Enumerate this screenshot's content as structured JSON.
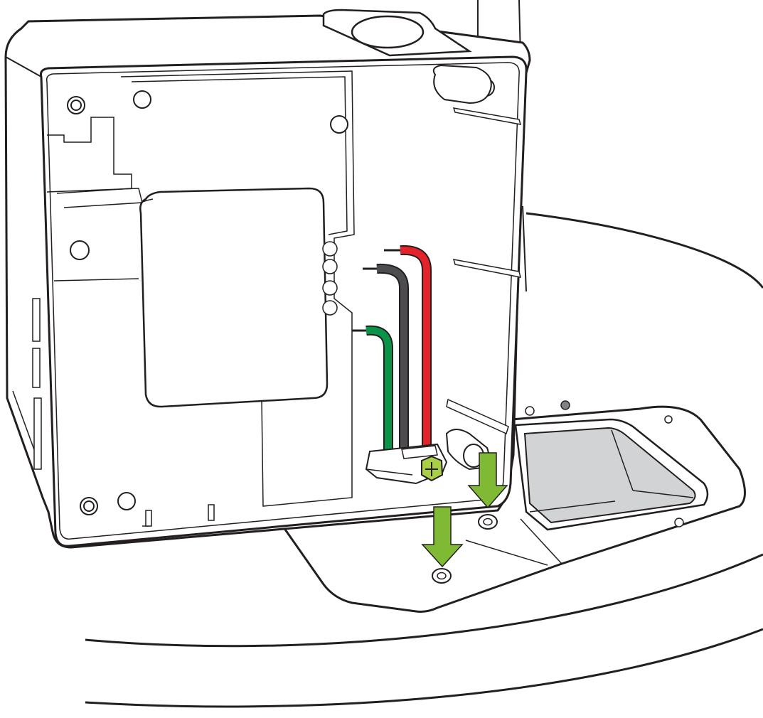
{
  "diagram": {
    "arrows": [
      {
        "name": "arrow-to-rear-mounting-screw",
        "points_to": "mounting-screw-rear"
      },
      {
        "name": "arrow-to-front-mounting-screw",
        "points_to": "mounting-screw-front"
      }
    ],
    "wires": [
      {
        "name": "red-wire",
        "color": "#e42229"
      },
      {
        "name": "black-wire",
        "color": "#4d4d4f"
      },
      {
        "name": "green-wire",
        "color": "#0b9447"
      }
    ],
    "colors": {
      "arrow": "#80b933",
      "ground_screw": "#a8cf45",
      "outline": "#231f20",
      "opening_fill": "#d1d3d4"
    }
  }
}
